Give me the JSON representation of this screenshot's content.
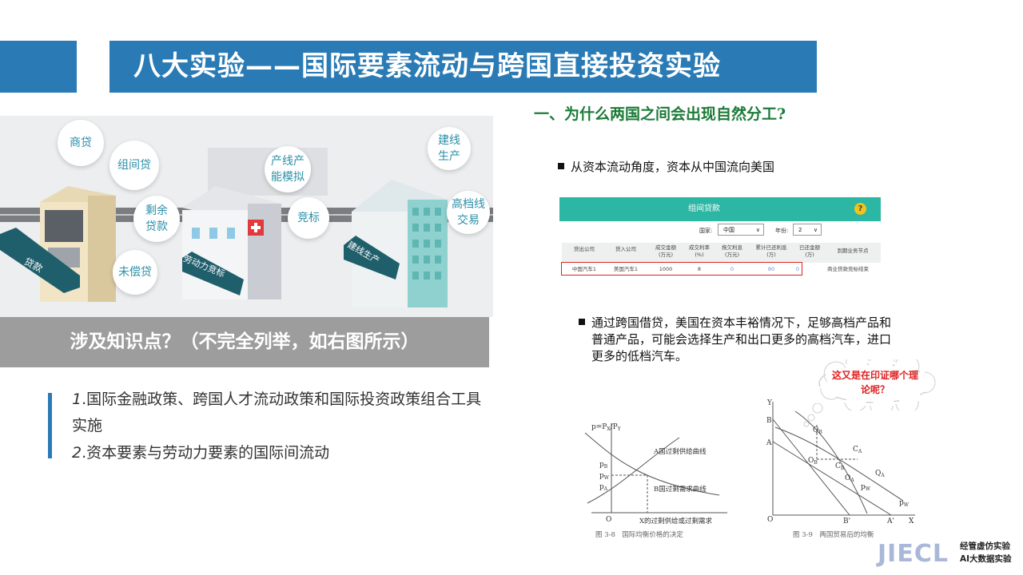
{
  "title": "八大实验——国际要素流动与跨国直接投资实验",
  "illustration": {
    "bubbles": [
      "商贷",
      "组间贷",
      "剩余\n贷款",
      "未偿贷",
      "产线产\n能模拟",
      "竞标",
      "建线\n生产",
      "高档线\n交易"
    ],
    "signs": [
      "贷款",
      "劳动力竞标",
      "建线生产"
    ]
  },
  "knowledge_heading": "涉及知识点？（不完全列举，如右图所示）",
  "points": [
    {
      "num": "1",
      "text": ".国际金融政策、跨国人才流动政策和国际投资政策组合工具实施"
    },
    {
      "num": "2",
      "text": ".资本要素与劳动力要素的国际间流动"
    }
  ],
  "right": {
    "heading": "一、为什么两国之间会出现自然分工?",
    "bullet1": "从资本流动角度，资本从中国流向美国",
    "bullet2": "通过跨国借贷，美国在资本丰裕情况下，足够高档产品和普通产品，可能会选择生产和出口更多的高档汽车，进口更多的低档汽车。",
    "cloud": "这又是在印证哪个理论呢？"
  },
  "app_screenshot": {
    "header": "组间贷款",
    "help_icon": "?",
    "country_label": "国家:",
    "country_value": "中国",
    "year_label": "年份:",
    "year_value": "2",
    "columns": [
      "贷出公司",
      "贷入公司",
      "成交金额\n(万元)",
      "成交利率\n(%)",
      "拖欠利息\n(万元)",
      "累计已还利息\n(万)",
      "已还金额\n(万)",
      "到期业务节点"
    ],
    "row": [
      "中国汽车1",
      "美国汽车1",
      "1000",
      "8",
      "0",
      "80",
      "0",
      "商业贷款竞标结束"
    ]
  },
  "figure1": {
    "caption": "图 3-8　国际均衡价格的决定",
    "y_label": "p=P",
    "y_label_sub1": "X",
    "y_label_slash": "/P",
    "y_label_sub2": "Y",
    "tick_B": "p",
    "tick_B_sub": "B",
    "tick_W": "p",
    "tick_W_sub": "W",
    "tick_A": "p",
    "tick_A_sub": "A",
    "origin": "O",
    "supply_label": "A国过剩供给曲线",
    "demand_label": "B国过剩需求曲线",
    "x_label": "X的过剩供给或过剩需求"
  },
  "figure2": {
    "caption": "图 3-9　两国贸易后的均衡",
    "y_axis": "Y",
    "x_axis": "X",
    "origin": "O",
    "B": "B",
    "A": "A",
    "B_prime": "B'",
    "A_prime": "A'",
    "Q_B": "Q",
    "Q_B_sub": "B",
    "O_B": "O",
    "O_B_sub": "B",
    "C_A": "C",
    "C_A_sub": "A",
    "C_B": "C",
    "C_B_sub": "B",
    "O_A": "O",
    "O_A_sub": "A",
    "Q_A": "Q",
    "Q_A_sub": "A",
    "p_W1": "p",
    "p_W1_sub": "W",
    "p_W2": "p",
    "p_W2_sub": "W"
  },
  "logo": {
    "brand": "JIECL",
    "line1": "经管虚仿实验",
    "line2": "AI大数据实验"
  },
  "colors": {
    "primary_blue": "#2a7bb5",
    "heading_green": "#1c7a38",
    "app_teal": "#2cb7a5",
    "cloud_text_red": "#e02020"
  }
}
